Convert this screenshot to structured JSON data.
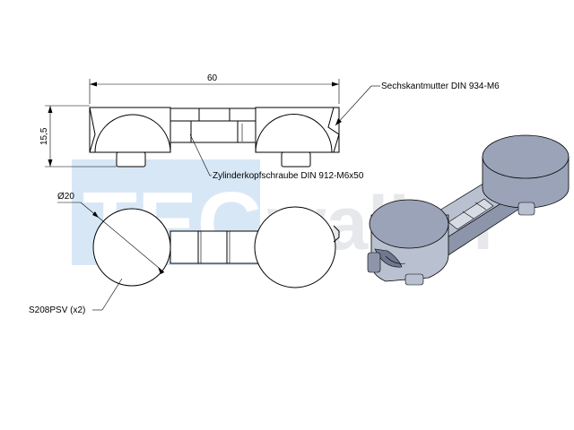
{
  "dimensions": {
    "width_value": "60",
    "height_value": "15,5",
    "diameter_value": "Ø20"
  },
  "labels": {
    "hex_nut": "Sechskantmutter DIN 934-M6",
    "cap_screw": "Zylinderkopfschraube DIN 912-M6x50",
    "part_ref": "S208PSV (x2)"
  },
  "watermark": {
    "brand_tec": "TEC",
    "brand_walker": "walker"
  },
  "colors": {
    "watermark_blue": "#2f7fd0",
    "watermark_gray": "#c9ced6",
    "render_face": "#9aa3b8",
    "render_body": "#b9c0cf",
    "render_dark": "#6f7890"
  }
}
